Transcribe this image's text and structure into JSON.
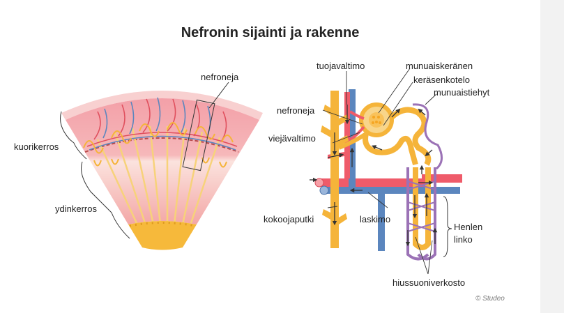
{
  "title": "Nefronin sijainti ja rakenne",
  "labels": {
    "nefroneja_left": "nefroneja",
    "kuorikerros": "kuorikerros",
    "ydinkerros": "ydinkerros",
    "tuojavaltimo": "tuojavaltimo",
    "nefroneja_right": "nefroneja",
    "viejavaltimo": "viejävaltimo",
    "kokoojaputki": "kokoojaputki",
    "laskimo": "laskimo",
    "munuaiskeranen": "munuaiskeränen",
    "kerasenkotelo": "keräsenkotelo",
    "munuaistiehyt": "munuaistiehyt",
    "henlen_linko_1": "Henlen",
    "henlen_linko_2": "linko",
    "hiussuoniverkosto": "hiussuoniverkosto"
  },
  "credit": "© Studeo",
  "colors": {
    "artery": "#ef5b6a",
    "vein": "#5b86be",
    "tubule": "#f5b43a",
    "capillary": "#9b72b6",
    "cortex": "#f3a8ad",
    "medulla": "#f8c9c4",
    "pelvis": "#f6b93b"
  }
}
